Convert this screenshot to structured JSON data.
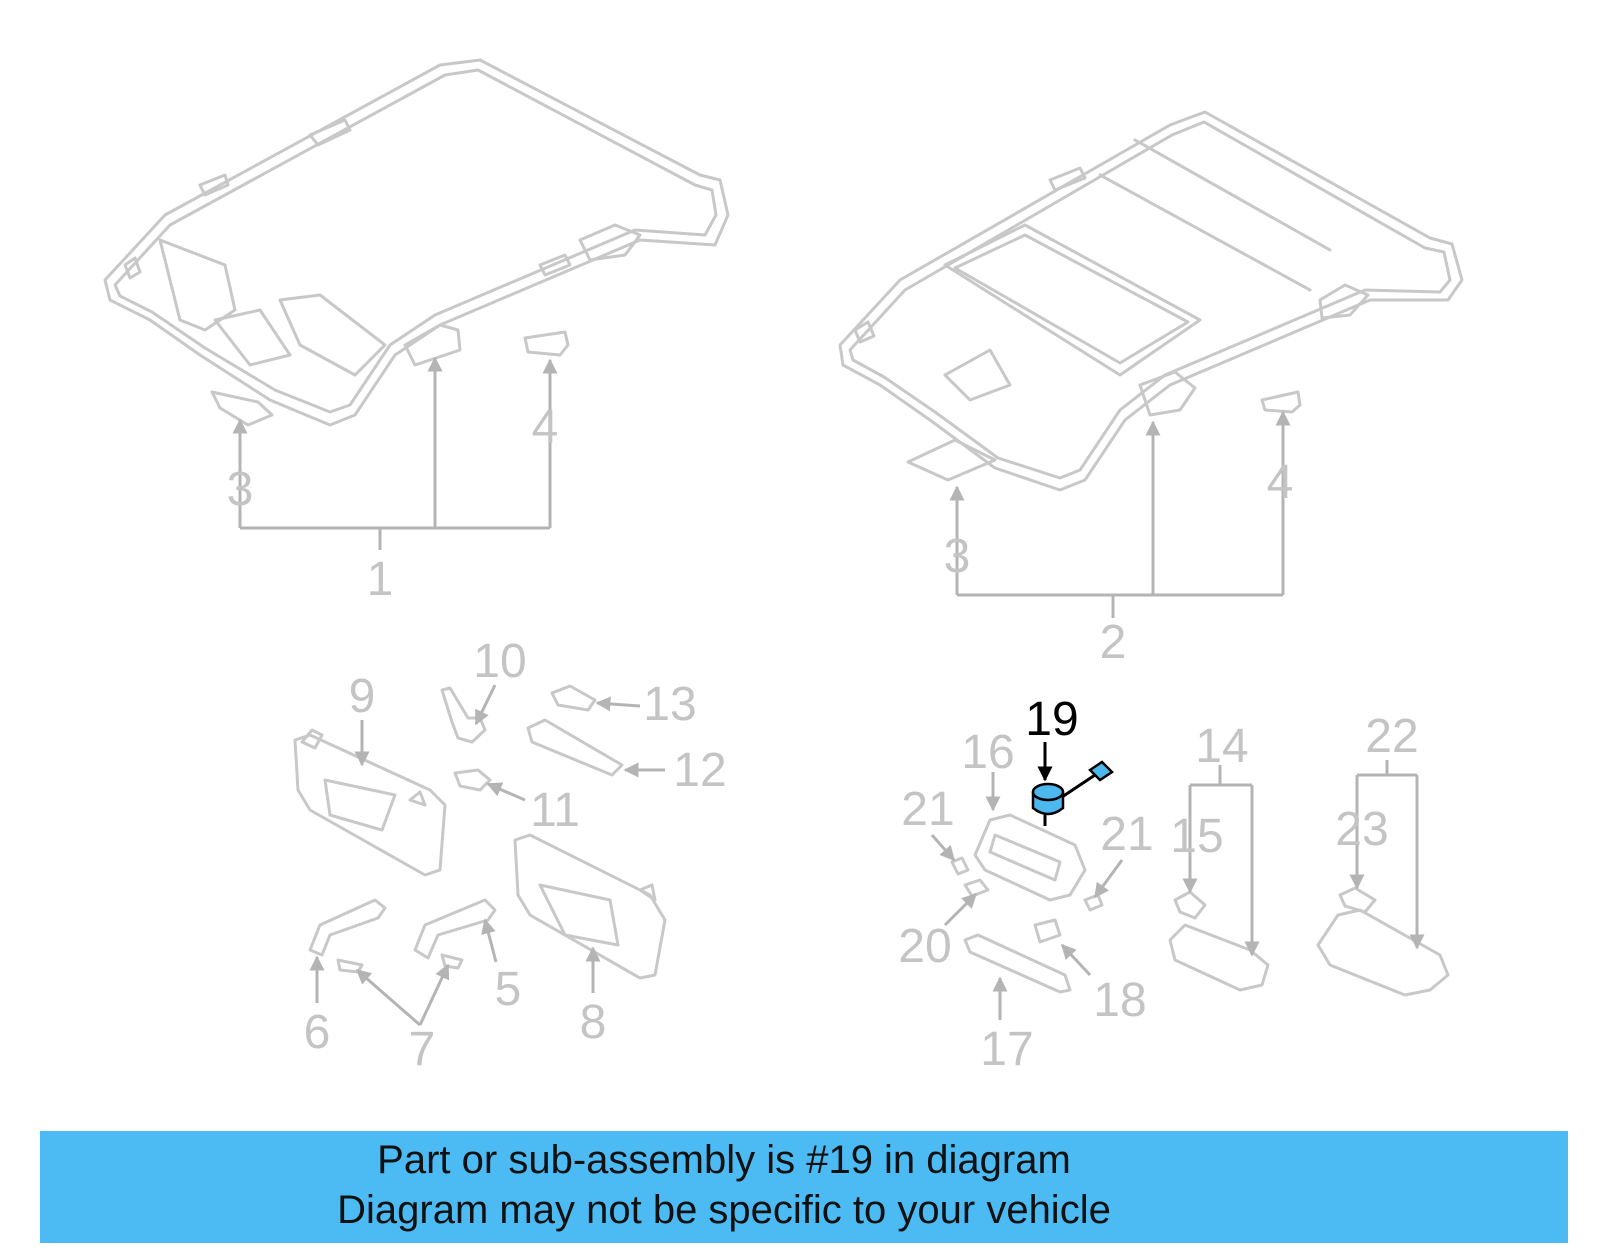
{
  "colors": {
    "banner_bg": "#4cbaf3",
    "highlight_part": "#4db8ee",
    "outline": "#c8c8c8"
  },
  "callouts": {
    "c1": "1",
    "c2": "2",
    "c3a": "3",
    "c4a": "4",
    "c3b": "3",
    "c4b": "4",
    "c5": "5",
    "c6": "6",
    "c7": "7",
    "c8": "8",
    "c9": "9",
    "c10": "10",
    "c11": "11",
    "c12": "12",
    "c13": "13",
    "c14": "14",
    "c15": "15",
    "c16": "16",
    "c17": "17",
    "c18": "18",
    "c19": "19",
    "c20": "20",
    "c21a": "21",
    "c21b": "21",
    "c22": "22",
    "c23": "23"
  },
  "banner": {
    "line1": "Part or sub-assembly is #19 in diagram",
    "line2": "Diagram may not be specific to your vehicle"
  }
}
